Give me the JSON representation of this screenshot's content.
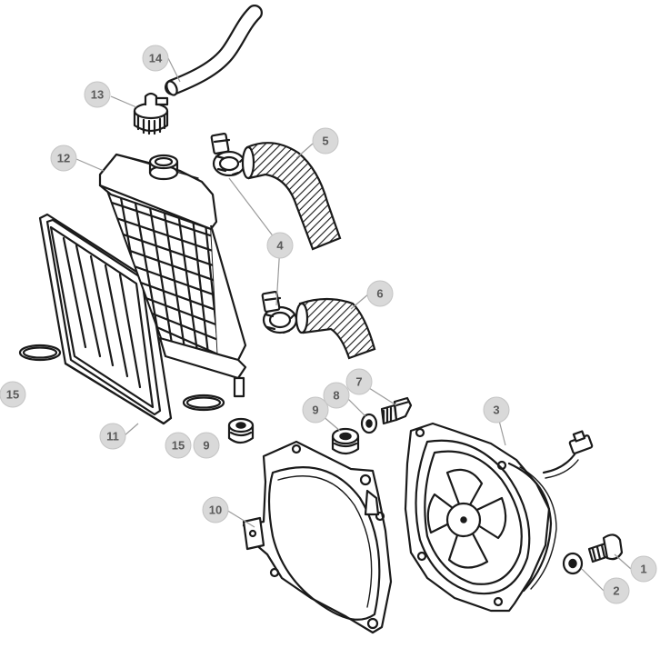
{
  "callouts": [
    {
      "id": "c1",
      "label": "1"
    },
    {
      "id": "c2",
      "label": "2"
    },
    {
      "id": "c3",
      "label": "3"
    },
    {
      "id": "c4",
      "label": "4"
    },
    {
      "id": "c5",
      "label": "5"
    },
    {
      "id": "c6",
      "label": "6"
    },
    {
      "id": "c7",
      "label": "7"
    },
    {
      "id": "c8",
      "label": "8"
    },
    {
      "id": "c9a",
      "label": "9"
    },
    {
      "id": "c9b",
      "label": "9"
    },
    {
      "id": "c10",
      "label": "10"
    },
    {
      "id": "c11",
      "label": "11"
    },
    {
      "id": "c12",
      "label": "12"
    },
    {
      "id": "c13",
      "label": "13"
    },
    {
      "id": "c14",
      "label": "14"
    },
    {
      "id": "c15a",
      "label": "15"
    },
    {
      "id": "c15b",
      "label": "15"
    }
  ],
  "colors": {
    "ink": "#1a1a1a",
    "badge": "#d9d9d9",
    "badge_text": "#5a5a5a",
    "leader": "#9a9a9a"
  }
}
